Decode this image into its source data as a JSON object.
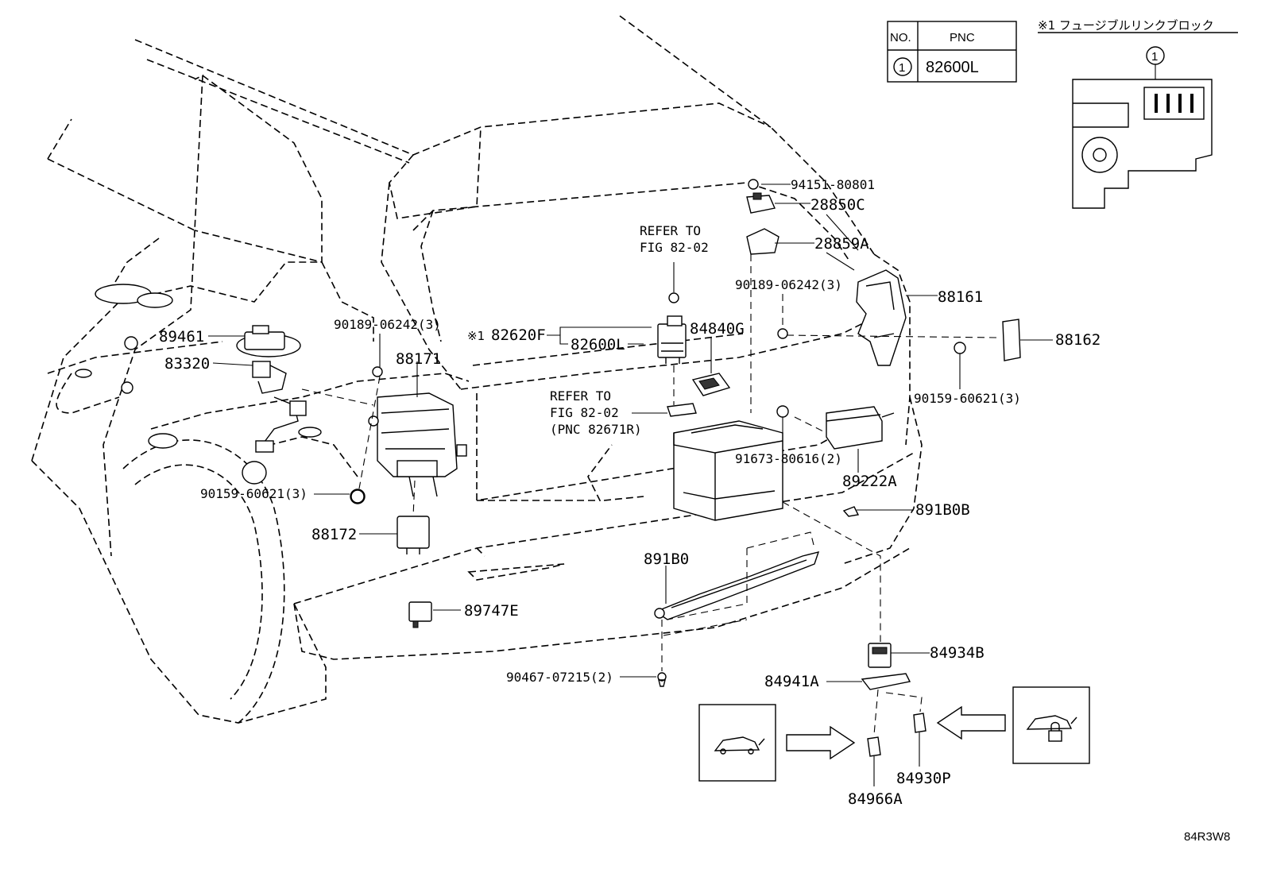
{
  "diagram_code": "84R3W8",
  "table": {
    "header_no": "NO.",
    "header_pnc": "PNC",
    "row_no": "1",
    "row_pnc": "82600L"
  },
  "inset": {
    "title": "※1 フュージブルリンクブロック",
    "callout": "1"
  },
  "parts": {
    "p94151": "94151-80801",
    "p28850c": "28850C",
    "p28859a": "28859A",
    "p90189_right": "90189-06242(3)",
    "p88161": "88161",
    "p88162": "88162",
    "p90159_right": "90159-60621(3)",
    "p89461": "89461",
    "p83320": "83320",
    "p90189_left": "90189-06242(3)",
    "p88171": "88171",
    "p90159_left": "90159-60621(3)",
    "p88172": "88172",
    "refer_top_1": "REFER TO",
    "refer_top_2": "FIG 82-02",
    "p84840g": "84840G",
    "mark_82620f": "※1",
    "p82620f": "82620F",
    "p82600l": "82600L",
    "refer_mid_1": "REFER TO",
    "refer_mid_2": "FIG 82-02",
    "refer_mid_3": "(PNC 82671R)",
    "p91673": "91673-80616(2)",
    "p89222a": "89222A",
    "p891b0b": "891B0B",
    "p891b0": "891B0",
    "p89747e": "89747E",
    "p90467": "90467-07215(2)",
    "p84934b": "84934B",
    "p84941a": "84941A",
    "p84966a": "84966A",
    "p84930p": "84930P"
  },
  "icons": {
    "left_box": "vehicle-icon",
    "right_box": "vehicle-lock-icon"
  }
}
